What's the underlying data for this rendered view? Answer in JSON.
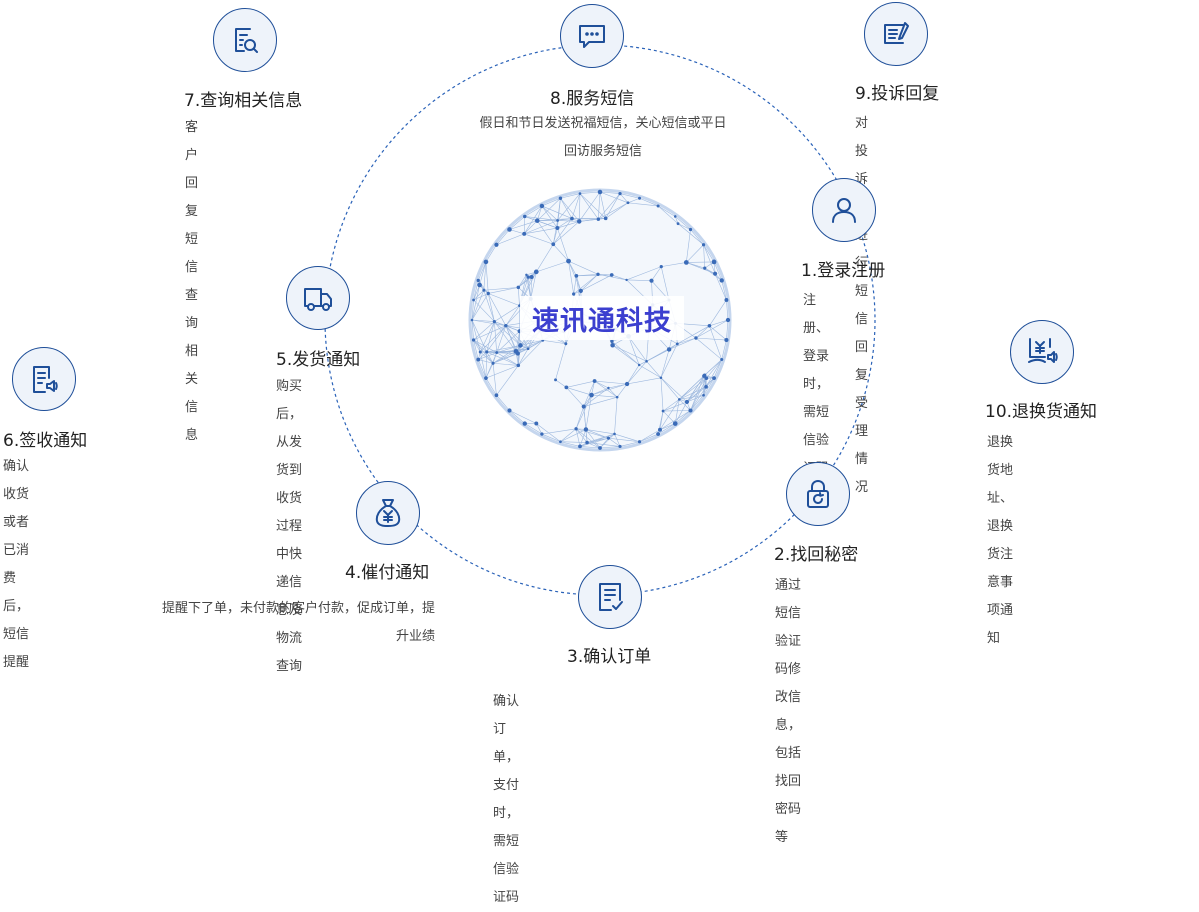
{
  "center": {
    "label": "速讯通科技"
  },
  "colors": {
    "accent": "#1f4f99",
    "center_text": "#3b3fcf",
    "dash": "#2a62b8"
  },
  "nodes": [
    {
      "id": "n1",
      "icon": "user-icon",
      "title": "1.登录注册",
      "desc": "注册、登录时，需短信验证码"
    },
    {
      "id": "n2",
      "icon": "lock-reset-icon",
      "title": "2.找回秘密",
      "desc": "通过短信验证码修改信息，包括找回密码等"
    },
    {
      "id": "n3",
      "icon": "checklist-icon",
      "title": "3.确认订单",
      "desc": "确认订单，支付时，需短信验证码"
    },
    {
      "id": "n4",
      "icon": "money-bag-icon",
      "title": "4.催付通知",
      "desc_lines": [
        "提醒下了单，未付款的客户付款，促成订单，提",
        "升业绩"
      ]
    },
    {
      "id": "n5",
      "icon": "truck-icon",
      "title": "5.发货通知",
      "desc_lines": [
        "购买后，从发货到收货过程中快",
        "递信息及物流查询"
      ]
    },
    {
      "id": "n6",
      "icon": "document-sound-icon",
      "title": "6.签收通知",
      "desc_lines": [
        "确认收货或者已消费后，",
        "短信提醒"
      ]
    },
    {
      "id": "n7",
      "icon": "document-search-icon",
      "title": "7.查询相关信息",
      "desc": "客户回复短信查询相关信息"
    },
    {
      "id": "n8",
      "icon": "chat-bubble-icon",
      "title": "8.服务短信",
      "desc_lines": [
        "假日和节日发送祝福短信，关心短信或平日",
        "回访服务短信"
      ]
    },
    {
      "id": "n9",
      "icon": "edit-document-icon",
      "title": "9.投诉回复",
      "desc": "对投诉方进行短信回复受理情况"
    },
    {
      "id": "n10",
      "icon": "refund-icon",
      "title": "10.退换货通知",
      "desc": "退换货地址、退换货注意事项通知"
    }
  ]
}
